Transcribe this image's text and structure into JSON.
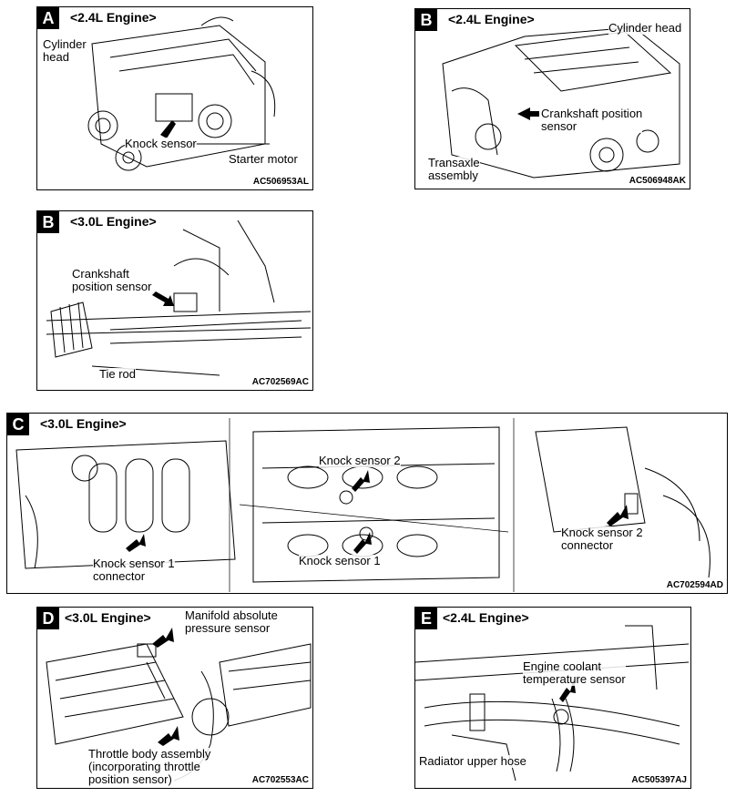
{
  "panels": {
    "a": {
      "letter": "A",
      "title": "<2.4L Engine>",
      "labels": {
        "cylinder_head": "Cylinder\nhead",
        "knock_sensor": "Knock sensor",
        "starter_motor": "Starter motor"
      },
      "code": "AC506953AL"
    },
    "b1": {
      "letter": "B",
      "title": "<2.4L Engine>",
      "labels": {
        "cylinder_head": "Cylinder head",
        "crankshaft_sensor": "Crankshaft position\nsensor",
        "transaxle": "Transaxle\nassembly"
      },
      "code": "AC506948AK"
    },
    "b2": {
      "letter": "B",
      "title": "<3.0L Engine>",
      "labels": {
        "crankshaft_sensor": "Crankshaft\nposition sensor",
        "tie_rod": "Tie rod"
      },
      "code": "AC702569AC"
    },
    "c": {
      "letter": "C",
      "title": "<3.0L Engine>",
      "labels": {
        "knock1_connector": "Knock sensor 1\nconnector",
        "knock2": "Knock sensor 2",
        "knock1": "Knock sensor 1",
        "knock2_connector": "Knock sensor 2\nconnector"
      },
      "code": "AC702594AD"
    },
    "d": {
      "letter": "D",
      "title": "<3.0L Engine>",
      "labels": {
        "map_sensor": "Manifold absolute\npressure sensor",
        "throttle_body": "Throttle body assembly\n(incorporating throttle\nposition sensor)"
      },
      "code": "AC702553AC"
    },
    "e": {
      "letter": "E",
      "title": "<2.4L Engine>",
      "labels": {
        "coolant_sensor": "Engine coolant\ntemperature sensor",
        "radiator_hose": "Radiator upper hose"
      },
      "code": "AC505397AJ"
    }
  }
}
